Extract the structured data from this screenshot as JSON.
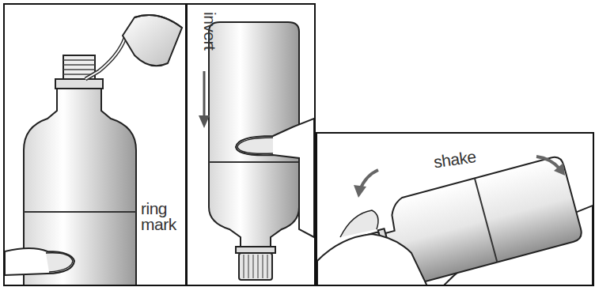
{
  "diagram": {
    "labels": [
      "ring mark",
      "invert",
      "shake"
    ]
  }
}
